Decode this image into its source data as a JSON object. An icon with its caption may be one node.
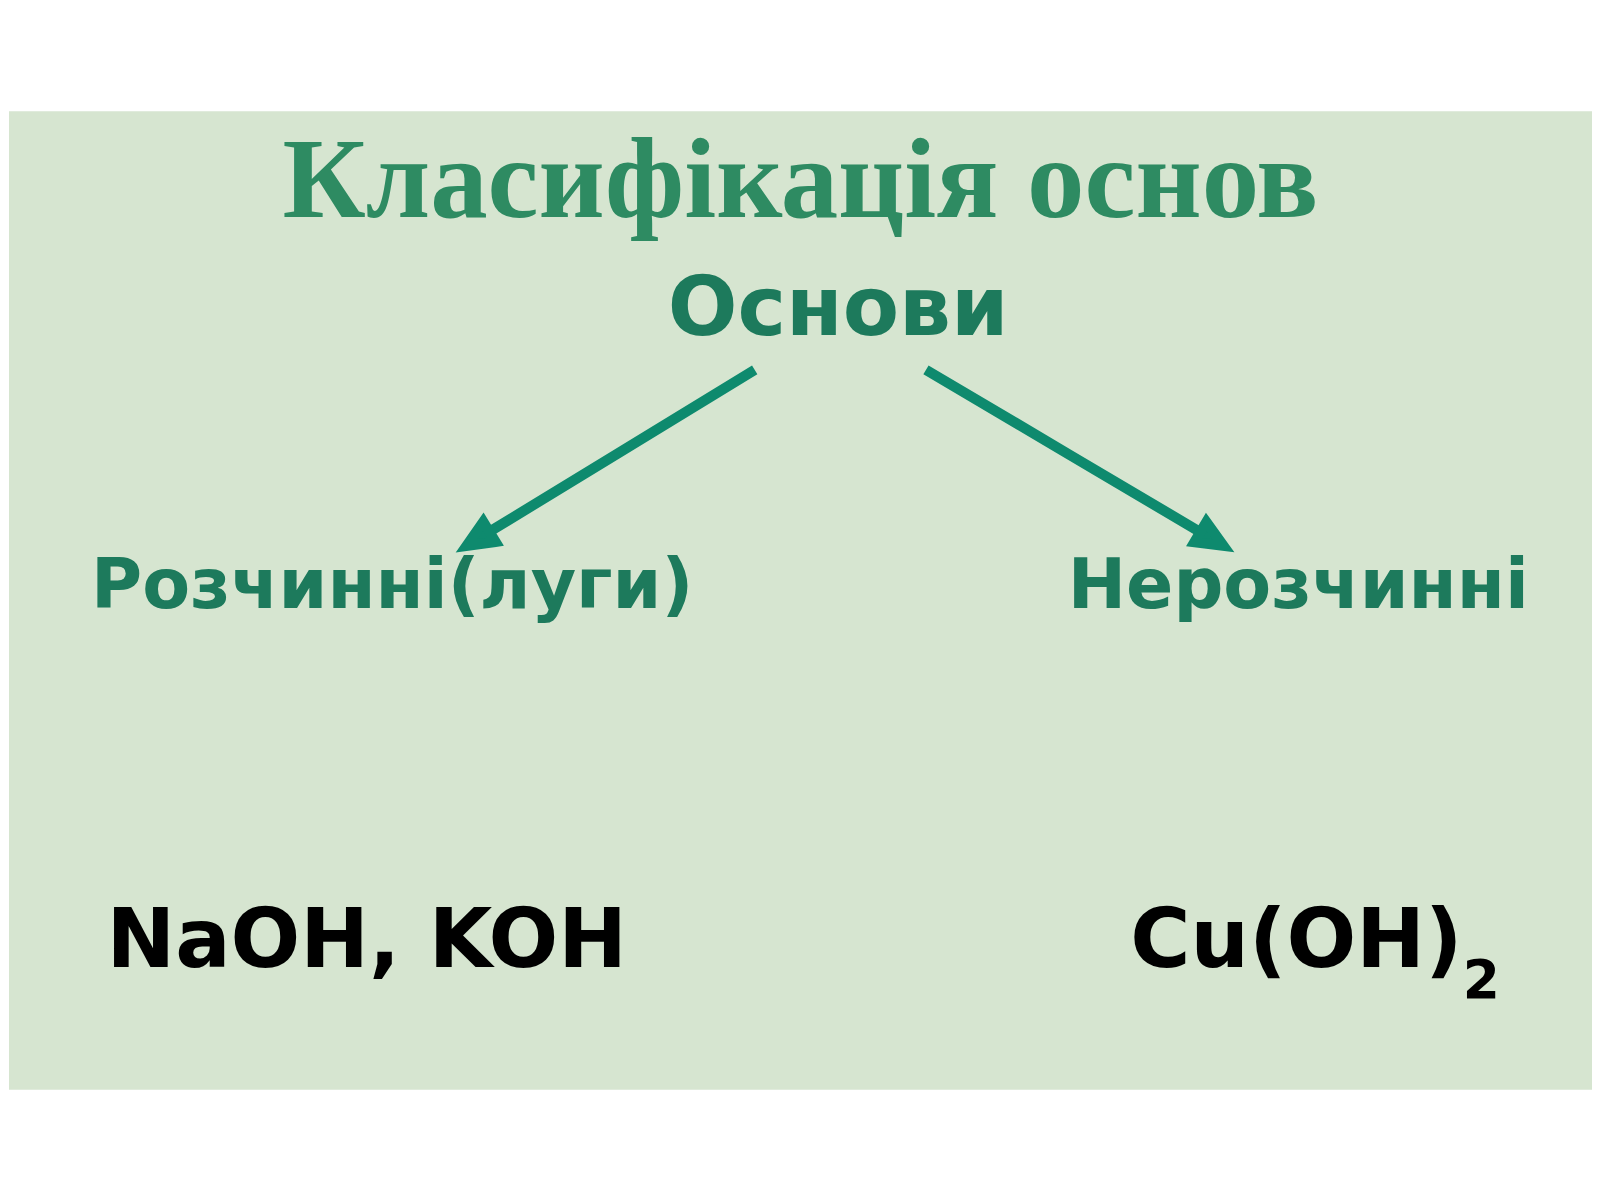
{
  "diagram": {
    "title": "Класифікація основ",
    "nodes": [
      {
        "text": [
          "Основи"
        ]
      },
      {
        "text": [
          "Розчинні(луги)"
        ]
      },
      {
        "text": [
          "Нерозчинні"
        ]
      }
    ],
    "edges": [
      {
        "from": 0,
        "to": 1,
        "arrow": "to"
      },
      {
        "from": 0,
        "to": 2,
        "arrow": "to"
      }
    ],
    "labels": [
      "NaOH, KOH",
      "Cu(OH)$_{2}$"
    ]
  }
}
